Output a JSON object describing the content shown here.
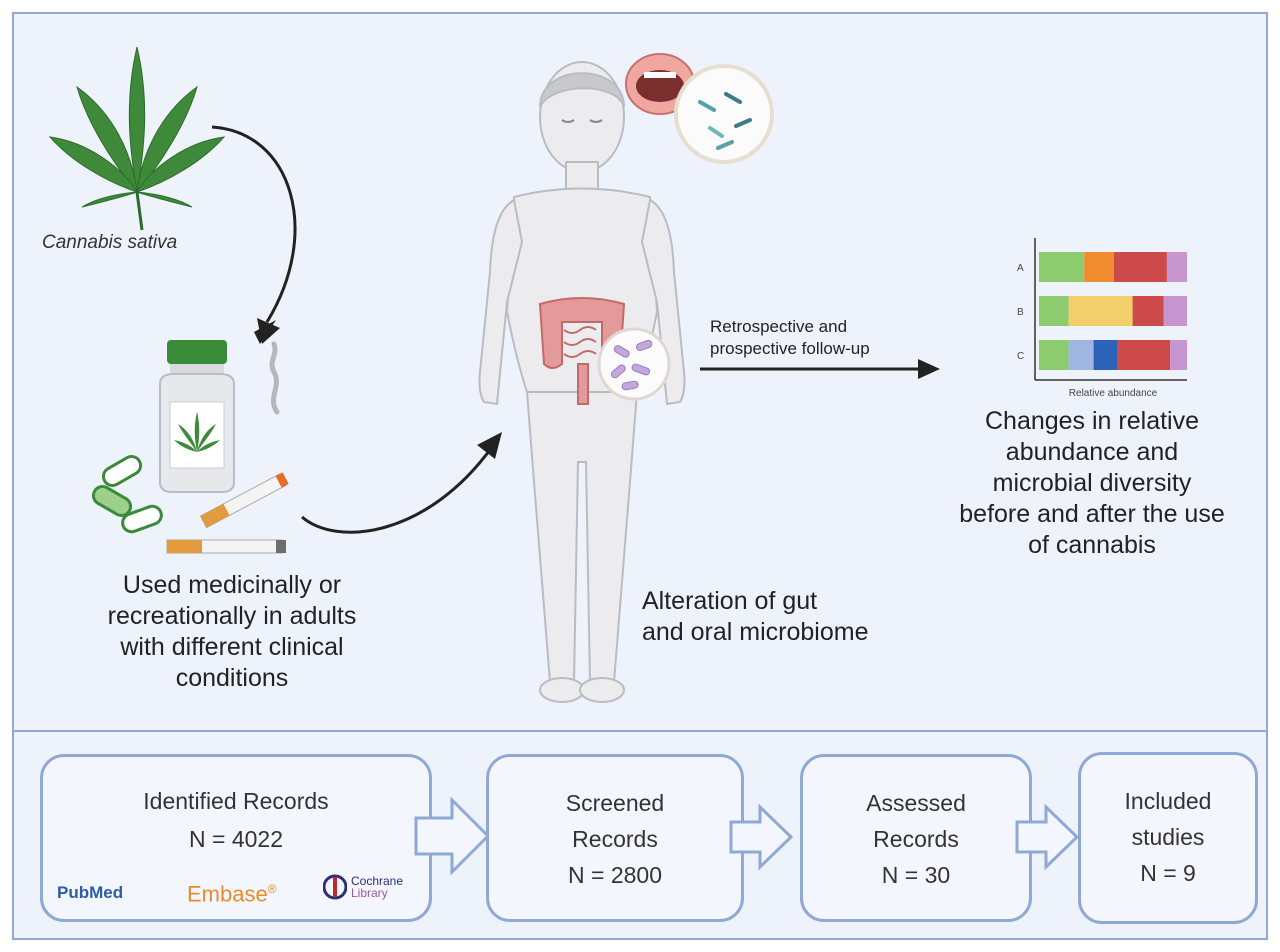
{
  "top": {
    "plant_label": "Cannabis sativa",
    "usage_caption": [
      "Used medicinally or",
      "recreationally in adults",
      "with different clinical",
      "conditions"
    ],
    "alteration_caption": [
      "Alteration of gut",
      "and oral microbiome"
    ],
    "followup_label": [
      "Retrospective and",
      "prospective follow-up"
    ],
    "changes_caption": [
      "Changes in relative",
      "abundance and",
      "microbial diversity",
      "before and after the use",
      "of cannabis"
    ]
  },
  "mini_chart": {
    "rows": [
      {
        "label": "A",
        "segments": [
          {
            "fraction": 0.29,
            "color": "#8ccb6e"
          },
          {
            "fraction": 0.19,
            "color": "#ef8c2e"
          },
          {
            "fraction": 0.34,
            "color": "#cc4a4a"
          },
          {
            "fraction": 0.18,
            "color": "#c796d0"
          }
        ]
      },
      {
        "label": "B",
        "segments": [
          {
            "fraction": 0.19,
            "color": "#8ccb6e"
          },
          {
            "fraction": 0.41,
            "color": "#f2cf6a"
          },
          {
            "fraction": 0.2,
            "color": "#cc4a4a"
          },
          {
            "fraction": 0.2,
            "color": "#c796d0"
          }
        ]
      },
      {
        "label": "C",
        "segments": [
          {
            "fraction": 0.19,
            "color": "#8ccb6e"
          },
          {
            "fraction": 0.16,
            "color": "#9fb5e2"
          },
          {
            "fraction": 0.15,
            "color": "#2c63b8"
          },
          {
            "fraction": 0.34,
            "color": "#cc4a4a"
          },
          {
            "fraction": 0.16,
            "color": "#c796d0"
          }
        ]
      }
    ],
    "xlabel": "Relative abundance"
  },
  "flow": {
    "identified": {
      "title": "Identified Records",
      "count": "N = 4022"
    },
    "screened": {
      "title": [
        "Screened",
        "Records"
      ],
      "count": "N = 2800"
    },
    "assessed": {
      "title": [
        "Assessed",
        "Records"
      ],
      "count": "N = 30"
    },
    "included": {
      "title": [
        "Included",
        "studies"
      ],
      "count": "N = 9"
    },
    "logos": {
      "pubmed": "PubMed",
      "embase": "Embase",
      "embase_reg": "®",
      "cochrane_1": "Cochrane",
      "cochrane_2": "Library"
    }
  }
}
